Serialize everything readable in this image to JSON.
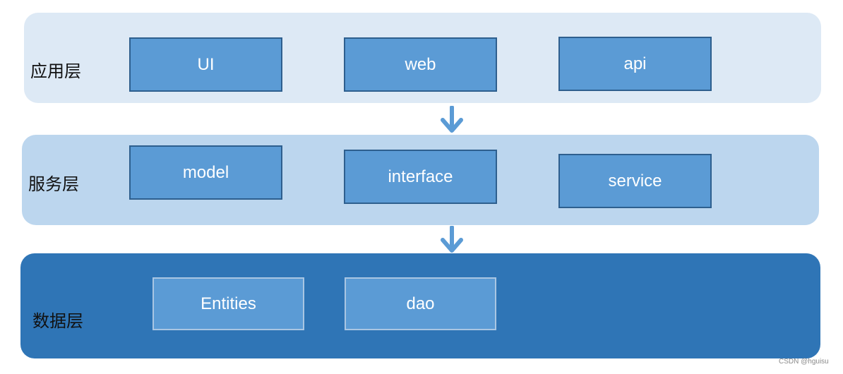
{
  "layers": {
    "application": {
      "label": "应用层",
      "boxes": [
        "UI",
        "web",
        "api"
      ]
    },
    "service": {
      "label": "服务层",
      "boxes": [
        "model",
        "interface",
        "service"
      ]
    },
    "data": {
      "label": "数据层",
      "boxes": [
        "Entities",
        "dao"
      ]
    }
  },
  "watermark": "CSDN @hguisu",
  "colors": {
    "application_layer": "#dde9f5",
    "service_layer": "#bcd6ee",
    "data_layer": "#2f75b6",
    "box_fill": "#5b9bd5",
    "arrow": "#5b9bd5"
  }
}
